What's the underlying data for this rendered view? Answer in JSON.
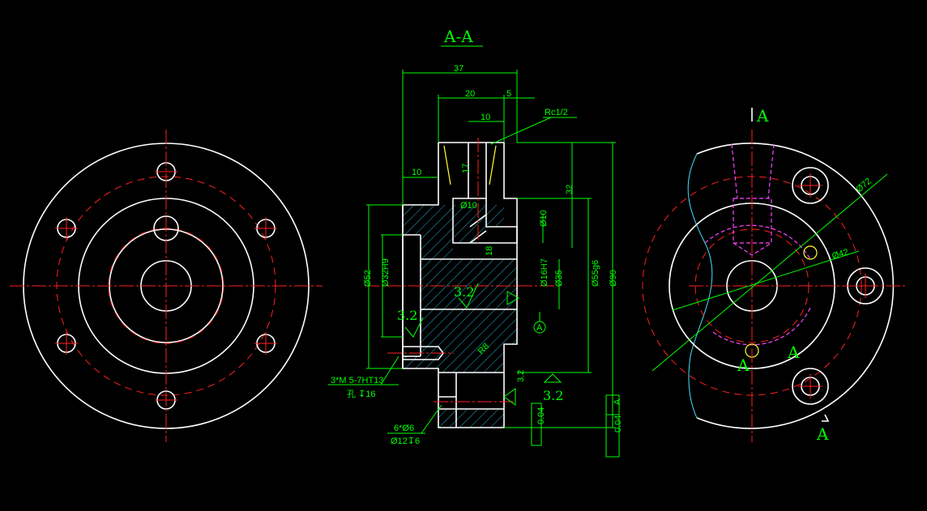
{
  "section_title": "A-A",
  "view_marks": {
    "top": "A",
    "bottom_left": "A",
    "bottom_mid": "A",
    "bottom_right": "A"
  },
  "dimensions": {
    "d37": "37",
    "d20": "20",
    "d5": "5",
    "d10_top": "10",
    "d10_left": "10",
    "d17": "17",
    "d32": "32",
    "d18": "18",
    "rc": "Rc1/2",
    "phi10_hole": "Ø10",
    "phi10_right": "Ø10",
    "phi52": "Ø52",
    "phi32h9": "Ø32H9",
    "phi16h7": "Ø16H7",
    "phi35": "Ø35",
    "phi55g6": "Ø55g6",
    "phi90": "Ø90",
    "phi72": "Ø72",
    "phi42": "Ø42",
    "r8": "R8"
  },
  "roughness": {
    "r1": "3.2",
    "r2": "3.2",
    "r3": "3.2",
    "r4": "3.2"
  },
  "notes": {
    "thread": "3*M 5-7HT13",
    "thread_depth": "孔 ↧16",
    "holes": "6*Ø6",
    "cbore": "Ø12↧6"
  },
  "tolerances": {
    "tol1_value": "0.04",
    "tol1_datum": "A",
    "tol2_value": "0.04",
    "tol2_datum": "A",
    "datum_label": "A"
  }
}
